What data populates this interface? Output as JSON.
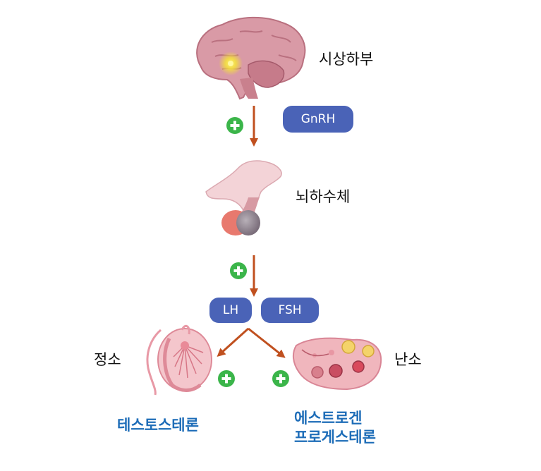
{
  "organs": {
    "hypothalamus": "시상하부",
    "pituitary": "뇌하수체",
    "testis": "정소",
    "ovary": "난소"
  },
  "hormones": {
    "gnrh": "GnRH",
    "lh": "LH",
    "fsh": "FSH"
  },
  "products": {
    "testis": "테스토스테론",
    "ovary_line1": "에스트로겐",
    "ovary_line2": "프로게스테론"
  },
  "colors": {
    "arrow": "#c0501f",
    "pill": "#4a63b7",
    "plus": "#3bb54a",
    "product_text": "#1e6db8"
  },
  "icons": [
    "brain-icon",
    "pituitary-gland-icon",
    "testis-icon",
    "ovary-icon",
    "plus-icon"
  ]
}
